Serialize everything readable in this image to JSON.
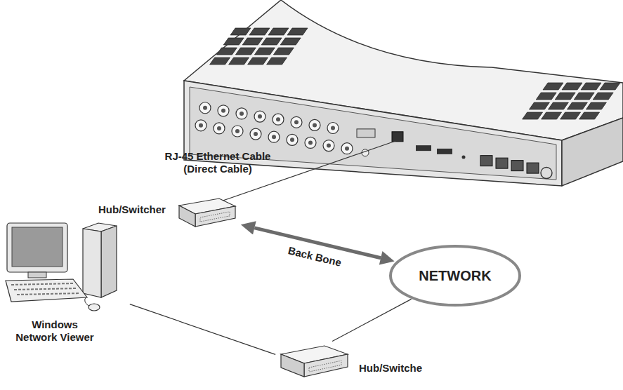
{
  "diagram": {
    "nodes": [
      {
        "text": [
          "Hub/Switcher"
        ]
      },
      {
        "text": [
          "NETWORK"
        ]
      },
      {
        "text": [
          "Windows Network Viewer"
        ]
      },
      {
        "text": [
          "Hub/Switche"
        ]
      }
    ],
    "edges": [
      {
        "from": 0,
        "to": 1,
        "arrow": "both",
        "label": "Back Bone"
      },
      {
        "from": 2,
        "to": 3,
        "arrow": "none"
      },
      {
        "from": 3,
        "to": 1,
        "arrow": "none"
      }
    ],
    "labels": [
      "RJ-45 Ethernet Cable (Direct Cable)"
    ]
  }
}
